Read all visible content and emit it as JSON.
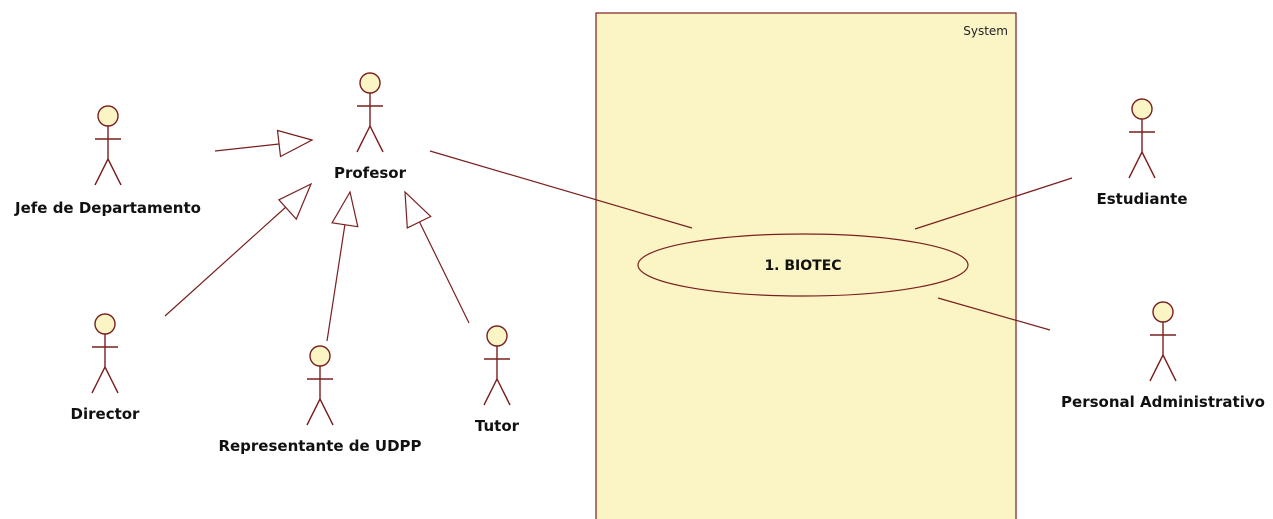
{
  "diagram": {
    "colors": {
      "actor_fill": "#fbf5c6",
      "stroke": "#7a1f1f",
      "system_fill": "#fbf5c6",
      "system_stroke": "#7a1f1f",
      "usecase_fill": "#fbf5c6"
    },
    "system": {
      "label": "System"
    },
    "use_case": {
      "label": "1. BIOTEC"
    },
    "actors": {
      "profesor": "Profesor",
      "jefe": "Jefe de Departamento",
      "director": "Director",
      "representante": "Representante de UDPP",
      "tutor": "Tutor",
      "estudiante": "Estudiante",
      "personal": "Personal Administrativo"
    }
  }
}
